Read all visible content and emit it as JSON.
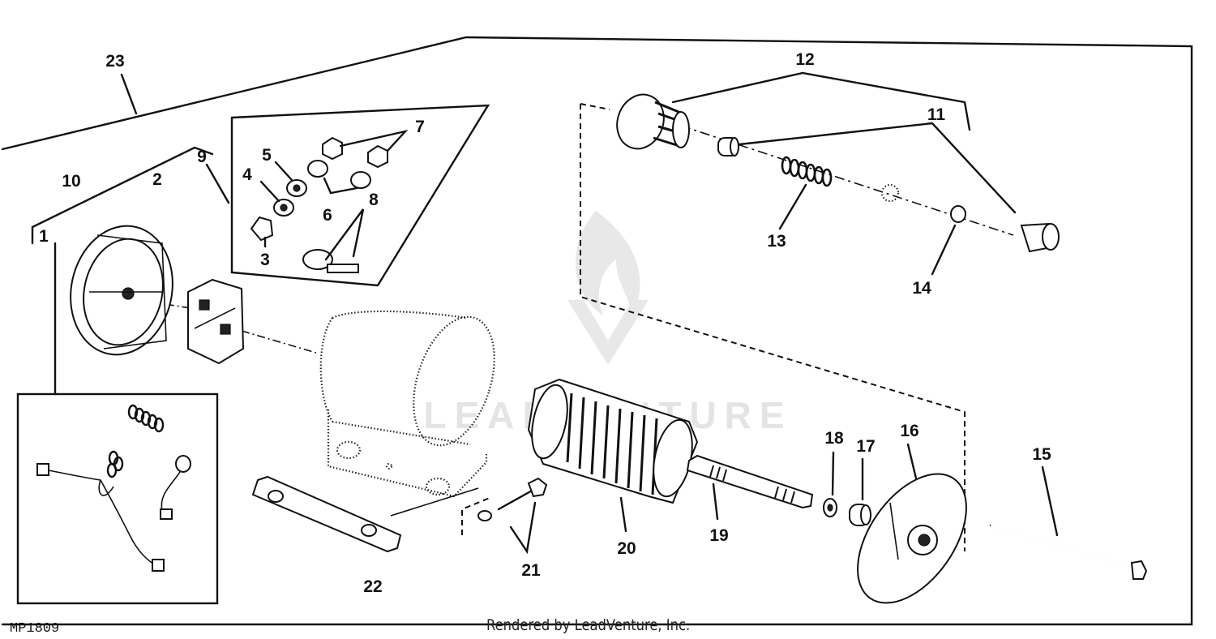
{
  "diagram": {
    "figure_id": "MP1809",
    "credit": "Rendered by LeadVenture, Inc.",
    "watermark": "LEADVENTURE",
    "callouts": [
      "1",
      "2",
      "3",
      "4",
      "5",
      "6",
      "7",
      "8",
      "9",
      "10",
      "11",
      "12",
      "13",
      "14",
      "15",
      "16",
      "17",
      "18",
      "19",
      "20",
      "21",
      "22",
      "23"
    ]
  }
}
